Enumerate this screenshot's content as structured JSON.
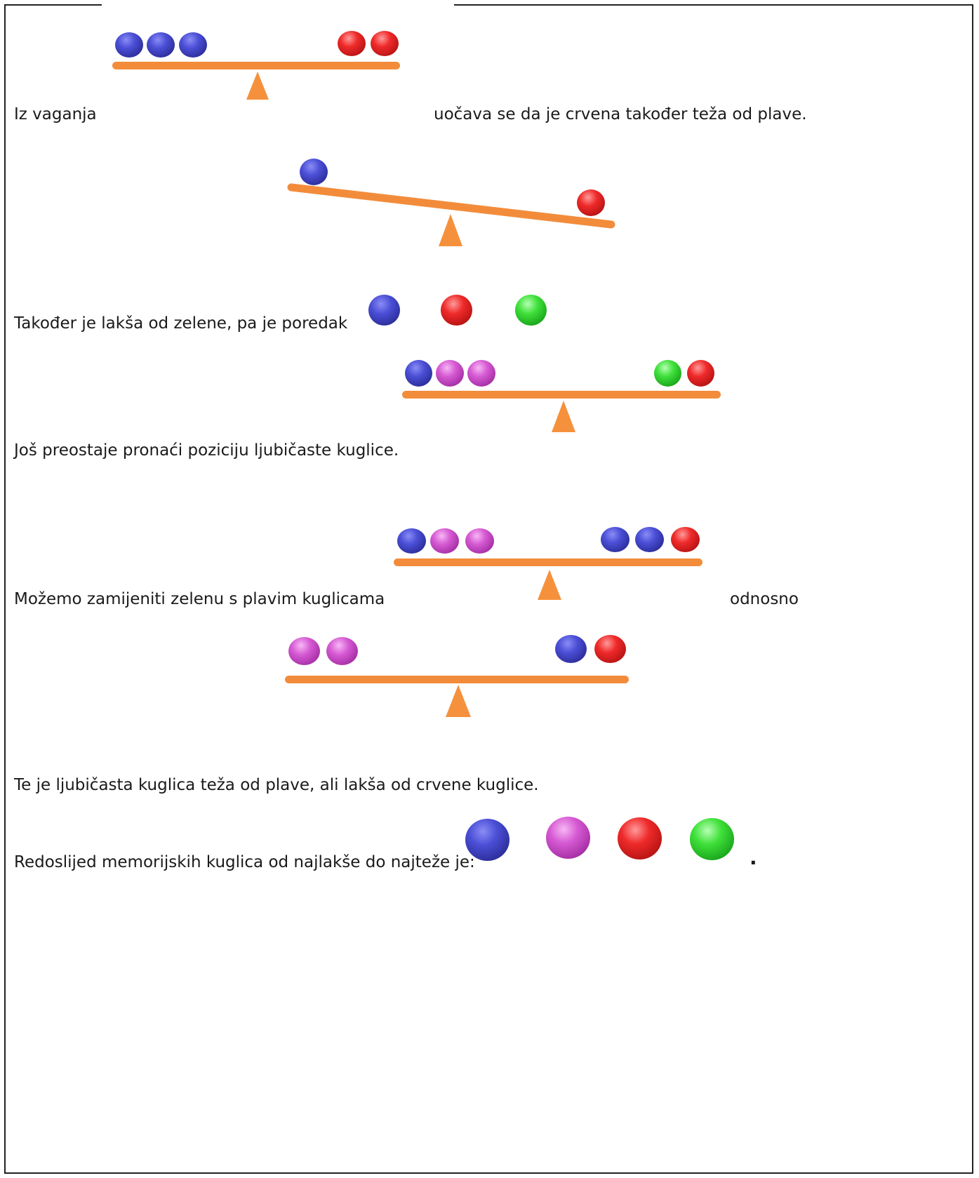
{
  "text": {
    "line1_left": "Iz vaganja",
    "line1_right": "uočava se da je crvena također teža od plave.",
    "line2": "Također je lakša od zelene, pa je poredak",
    "line3": "Još preostaje pronaći poziciju ljubičaste kuglice.",
    "line4_left": "Možemo zamijeniti zelenu s plavim kuglicama",
    "line4_right": "odnosno",
    "line5": "Te je ljubičasta kuglica teža od plave, ali lakša od crvene kuglice.",
    "line6": "Redoslijed memorijskih kuglica od najlakše do najteže je:",
    "line6_end": "."
  },
  "colors": {
    "beam": "#f28c3b",
    "fulcrum": "#f5913c",
    "blue": "#3b3fc8",
    "red": "#e01f1f",
    "green": "#2fd12f",
    "purple": "#c84ec6"
  },
  "scales": [
    {
      "left": [
        "blue",
        "blue",
        "blue"
      ],
      "right": [
        "red",
        "red"
      ],
      "state": "balanced"
    },
    {
      "left": [
        "blue"
      ],
      "right": [
        "red"
      ],
      "state": "right-heavier"
    },
    {
      "left": [
        "blue",
        "purple",
        "purple"
      ],
      "right": [
        "green",
        "red"
      ],
      "state": "balanced"
    },
    {
      "left": [
        "blue",
        "purple",
        "purple"
      ],
      "right": [
        "blue",
        "blue",
        "red"
      ],
      "state": "balanced"
    },
    {
      "left": [
        "purple",
        "purple"
      ],
      "right": [
        "blue",
        "red"
      ],
      "state": "balanced"
    }
  ],
  "order_partial": [
    "blue",
    "red",
    "green"
  ],
  "order_final": [
    "blue",
    "purple",
    "red",
    "green"
  ]
}
